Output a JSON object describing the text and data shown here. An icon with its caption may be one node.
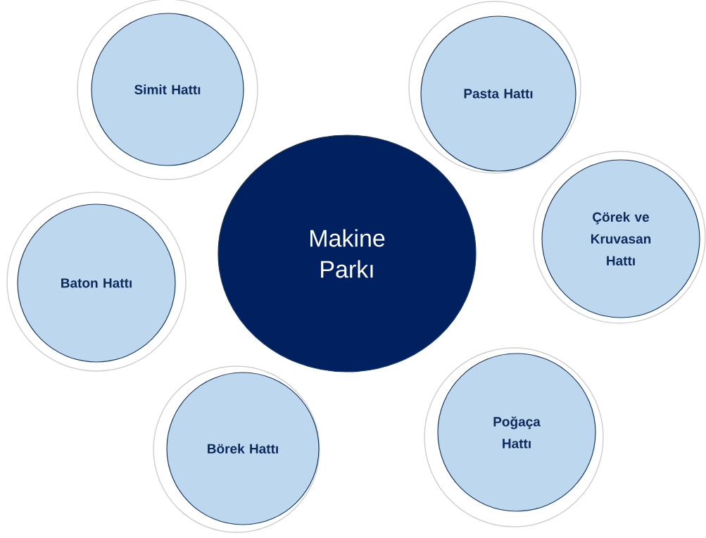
{
  "diagram": {
    "nodes": [
      {
        "text": [
          "Simit Hattı"
        ]
      },
      {
        "text": [
          "Pasta Hattı"
        ]
      },
      {
        "text": [
          "Makine Parkı"
        ]
      },
      {
        "text": [
          "Çörek ve Kruvasan Hattı"
        ]
      },
      {
        "text": [
          "Baton Hattı"
        ]
      },
      {
        "text": [
          "Börek Hattı"
        ]
      },
      {
        "text": [
          "Poğaça Hattı"
        ]
      }
    ]
  }
}
